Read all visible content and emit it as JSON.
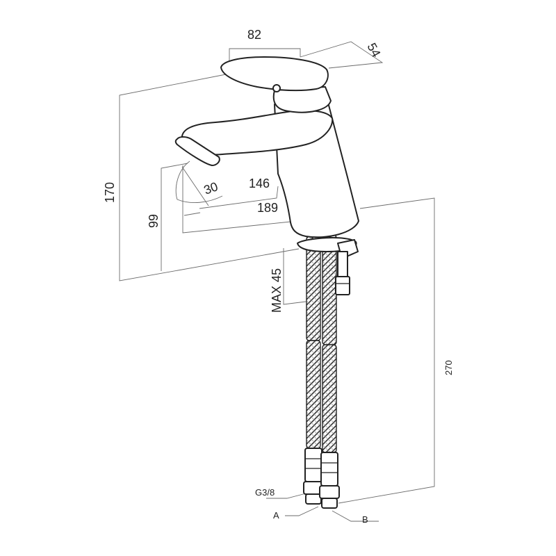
{
  "dimensions": {
    "width_82": "82",
    "depth_54": "54",
    "height_170": "170",
    "height_99": "99",
    "angle_30": "30",
    "reach_146": "146",
    "length_189": "189",
    "max_45": "MAX 45",
    "hose_270": "270"
  },
  "labels": {
    "thread": "G3/8",
    "inlet_a": "A",
    "inlet_b": "B"
  },
  "colors": {
    "line": "#222222",
    "dimension": "#6a6a6a",
    "background": "#ffffff"
  }
}
